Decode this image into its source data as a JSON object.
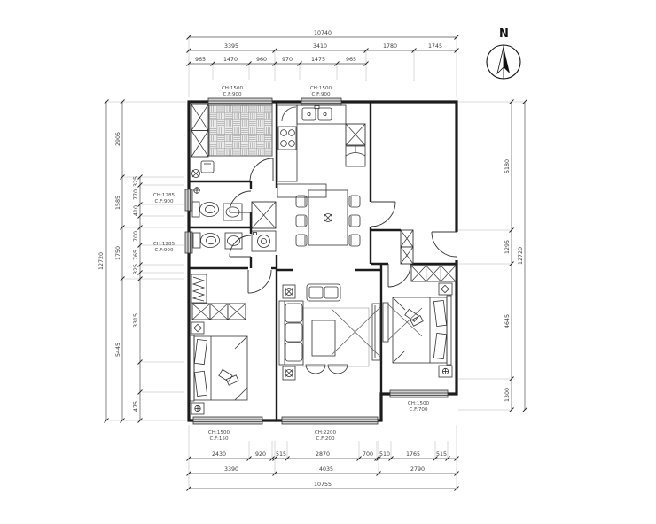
{
  "north": {
    "label": "N"
  },
  "dims": {
    "top": {
      "overall": "10740",
      "seg1": "3395",
      "seg2": "3410",
      "seg3": "1780",
      "seg4": "1745",
      "sub": [
        "965",
        "1470",
        "960",
        "970",
        "1475",
        "965"
      ]
    },
    "bottom": {
      "row1": [
        "2430",
        "920",
        "515",
        "2870",
        "700",
        "510",
        "1765",
        "515"
      ],
      "row2": [
        "3390",
        "4035",
        "2790"
      ],
      "overall": "10755"
    },
    "left": {
      "overall": "12720",
      "col2": [
        "2905",
        "1585",
        "1750",
        "5445"
      ],
      "col3": [
        "325",
        "770",
        "410",
        "700",
        "765",
        "325",
        "3315",
        "475"
      ]
    },
    "right": {
      "col2": [
        "5180",
        "1295",
        "4645",
        "1300"
      ],
      "overall": "12720"
    }
  },
  "windows": {
    "top1": {
      "ch": "CH:1500",
      "cf": "C.F:900"
    },
    "top2": {
      "ch": "CH:1500",
      "cf": "C.F:900"
    },
    "left1": {
      "ch": "CH:1285",
      "cf": "C.F:900"
    },
    "left2": {
      "ch": "CH:1285",
      "cf": "C.F:900"
    },
    "bottom1": {
      "ch": "CH:1500",
      "cf": "C.F:150"
    },
    "bottom2": {
      "ch": "CH:2200",
      "cf": "C.F:200"
    },
    "right1": {
      "ch": "CH:1500",
      "cf": "C.F:700"
    }
  }
}
